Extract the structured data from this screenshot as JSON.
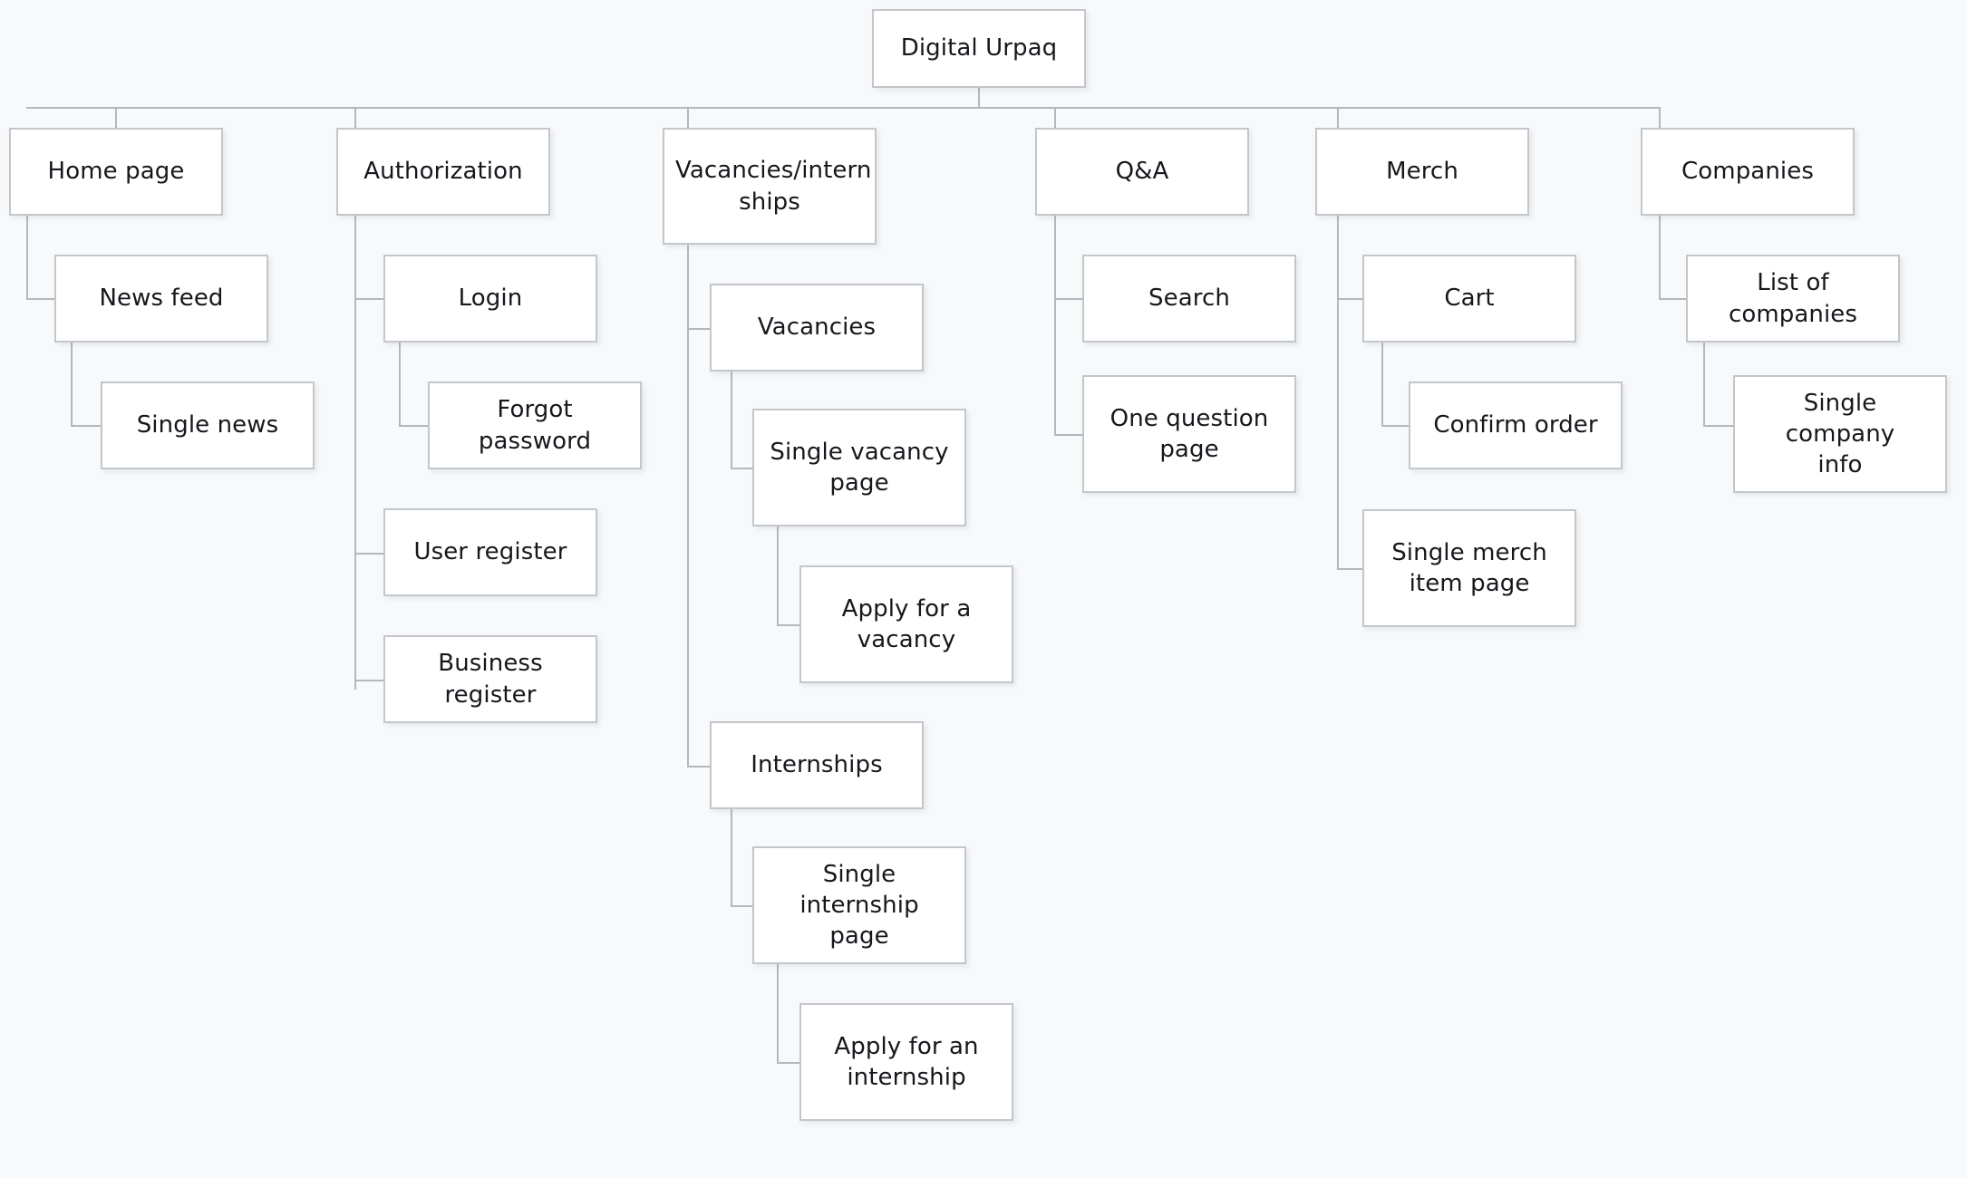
{
  "diagram": {
    "title": "Digital Urpaq",
    "type": "sitemap-tree",
    "background_color": "#f7f9fb",
    "node_fill_color": "#ffffff",
    "node_border_color": "#c3c7cb",
    "connector_color": "#b4b8bd",
    "text_color": "#15181c"
  },
  "root": {
    "label": "Digital Urpaq"
  },
  "nodes": {
    "home_page": "Home page",
    "news_feed": "News feed",
    "single_news": "Single news",
    "authorization": "Authorization",
    "login": "Login",
    "forgot_password": "Forgot password",
    "user_register": "User register",
    "business_register": "Business register",
    "vacancies_internships": "Vacancies/intern\nships",
    "vacancies": "Vacancies",
    "single_vacancy_page": "Single vacancy\npage",
    "apply_for_a_vacancy": "Apply for a\nvacancy",
    "internships": "Internships",
    "single_internship_page": "Single internship\npage",
    "apply_for_an_internship": "Apply for an\ninternship",
    "qa": "Q&A",
    "search": "Search",
    "one_question_page": "One question\npage",
    "merch": "Merch",
    "cart": "Cart",
    "confirm_order": "Confirm order",
    "single_merch_item_page": "Single merch\nitem page",
    "companies": "Companies",
    "list_of_companies": "List of companies",
    "single_company_info": "Single company\ninfo"
  }
}
